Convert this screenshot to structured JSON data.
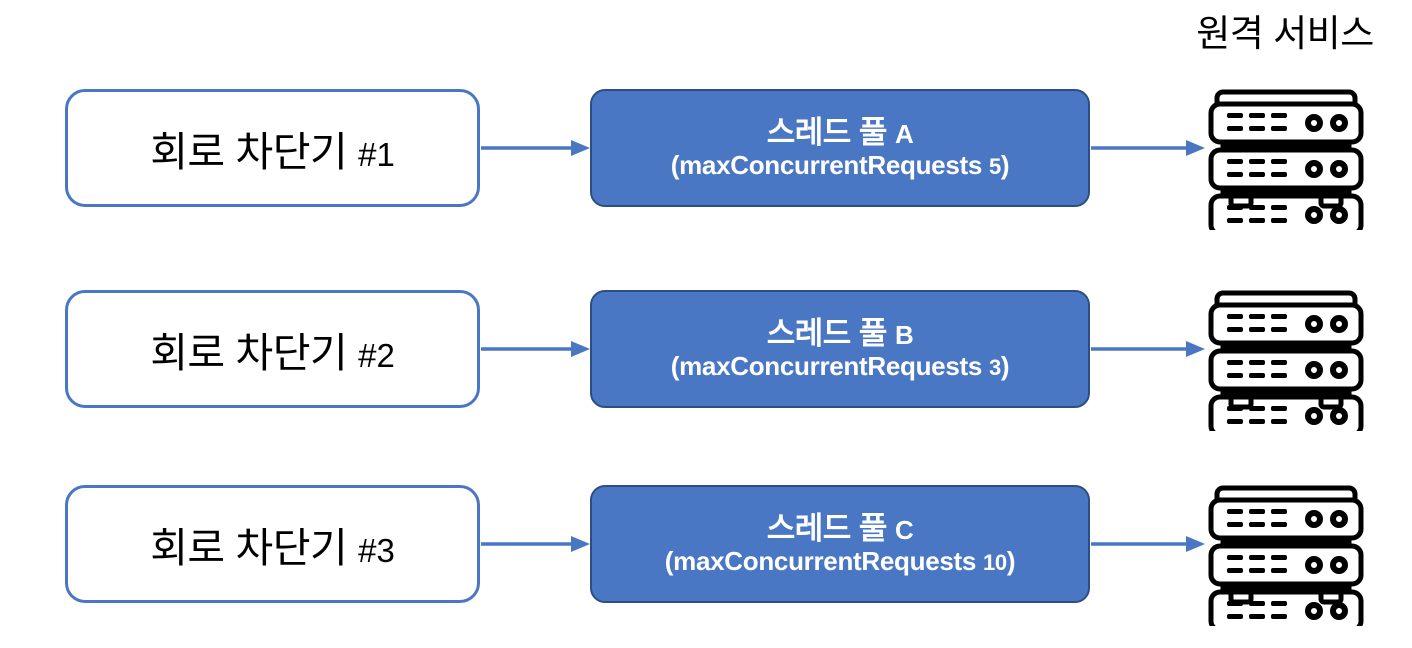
{
  "header": {
    "title": "원격 서비스"
  },
  "colors": {
    "accent_blue": "#4A77C4",
    "box_border_blue": "#4A77C4",
    "pool_fill": "#4A77C4",
    "pool_border": "#2E4E83",
    "arrow": "#4A77C4",
    "icon_black": "#000000",
    "background": "#FFFFFF",
    "text_black": "#000000",
    "text_white": "#FFFFFF"
  },
  "rows": [
    {
      "breaker": {
        "name": "회로 차단기",
        "number": "#1"
      },
      "pool": {
        "name": "스레드 풀",
        "letter": "A",
        "config_prefix": "(maxConcurrentRequests",
        "config_value": "5",
        "config_suffix": ")"
      },
      "service": {
        "icon": "server-rack-icon"
      },
      "arrow_in": "arrow-right-icon",
      "arrow_out": "arrow-right-icon"
    },
    {
      "breaker": {
        "name": "회로 차단기",
        "number": "#2"
      },
      "pool": {
        "name": "스레드 풀",
        "letter": "B",
        "config_prefix": "(maxConcurrentRequests",
        "config_value": "3",
        "config_suffix": ")"
      },
      "service": {
        "icon": "server-rack-icon"
      },
      "arrow_in": "arrow-right-icon",
      "arrow_out": "arrow-right-icon"
    },
    {
      "breaker": {
        "name": "회로 차단기",
        "number": "#3"
      },
      "pool": {
        "name": "스레드 풀",
        "letter": "C",
        "config_prefix": "(maxConcurrentRequests",
        "config_value": "10",
        "config_suffix": ")"
      },
      "service": {
        "icon": "server-rack-icon"
      },
      "arrow_in": "arrow-right-icon",
      "arrow_out": "arrow-right-icon"
    }
  ]
}
